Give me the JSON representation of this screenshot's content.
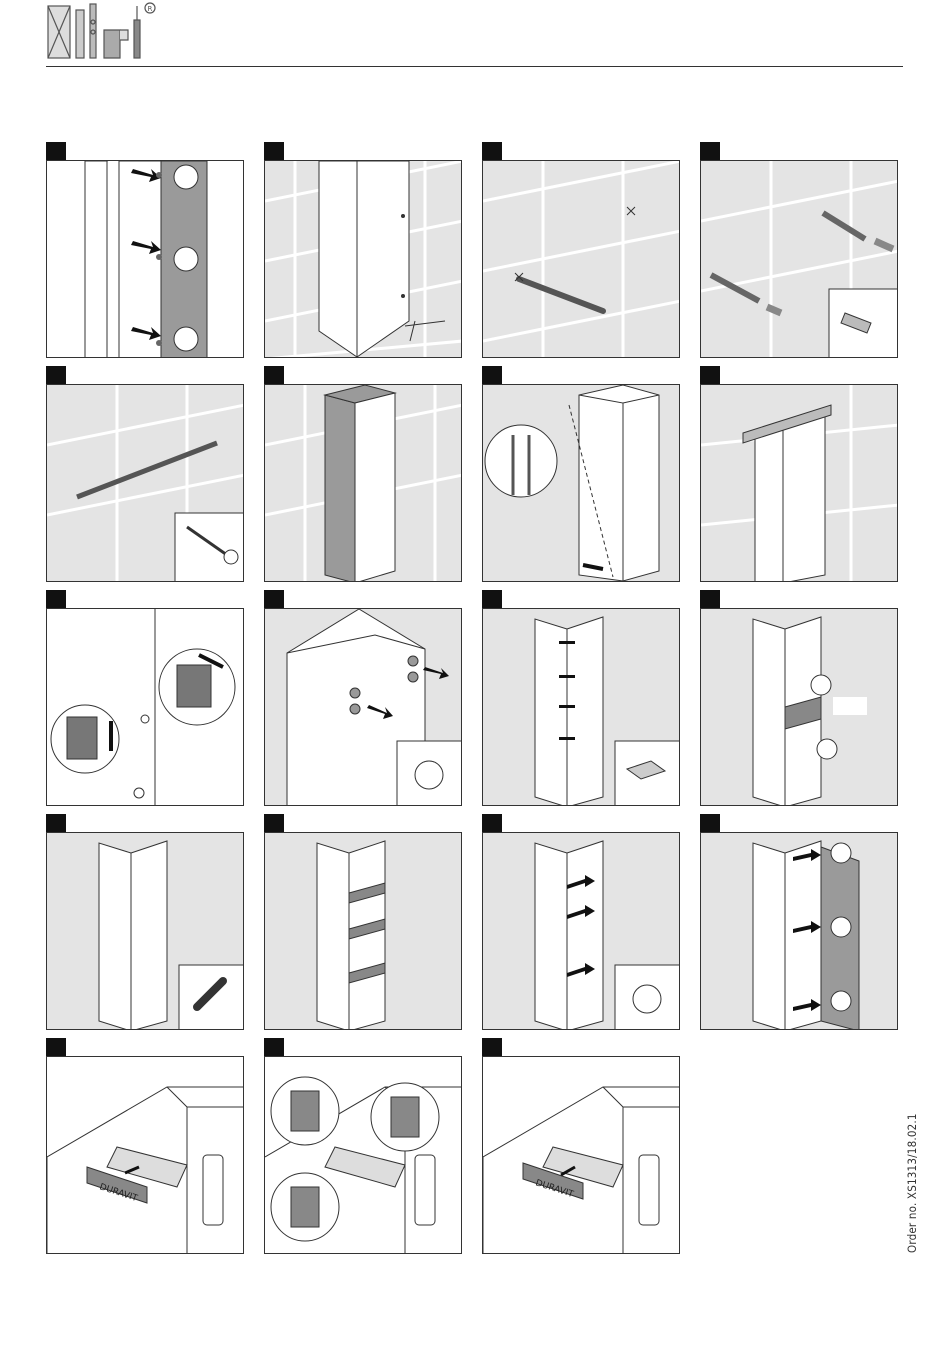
{
  "document": {
    "brand": "DURAVIT",
    "order_no": "Order no. XS1313/18.02.1"
  },
  "steps": [
    {
      "id": 1
    },
    {
      "id": 2
    },
    {
      "id": 3
    },
    {
      "id": 4
    },
    {
      "id": 5
    },
    {
      "id": 6
    },
    {
      "id": 7
    },
    {
      "id": 8
    },
    {
      "id": 9
    },
    {
      "id": 10
    },
    {
      "id": 11
    },
    {
      "id": 12
    },
    {
      "id": 13
    },
    {
      "id": 14
    },
    {
      "id": 15
    },
    {
      "id": 16
    },
    {
      "id": 17
    },
    {
      "id": 18
    },
    {
      "id": 19
    }
  ],
  "colors": {
    "panel_fill": "#9a9a9a",
    "tile_bg": "#e4e4e4",
    "line": "#333333",
    "badge": "#111111"
  }
}
